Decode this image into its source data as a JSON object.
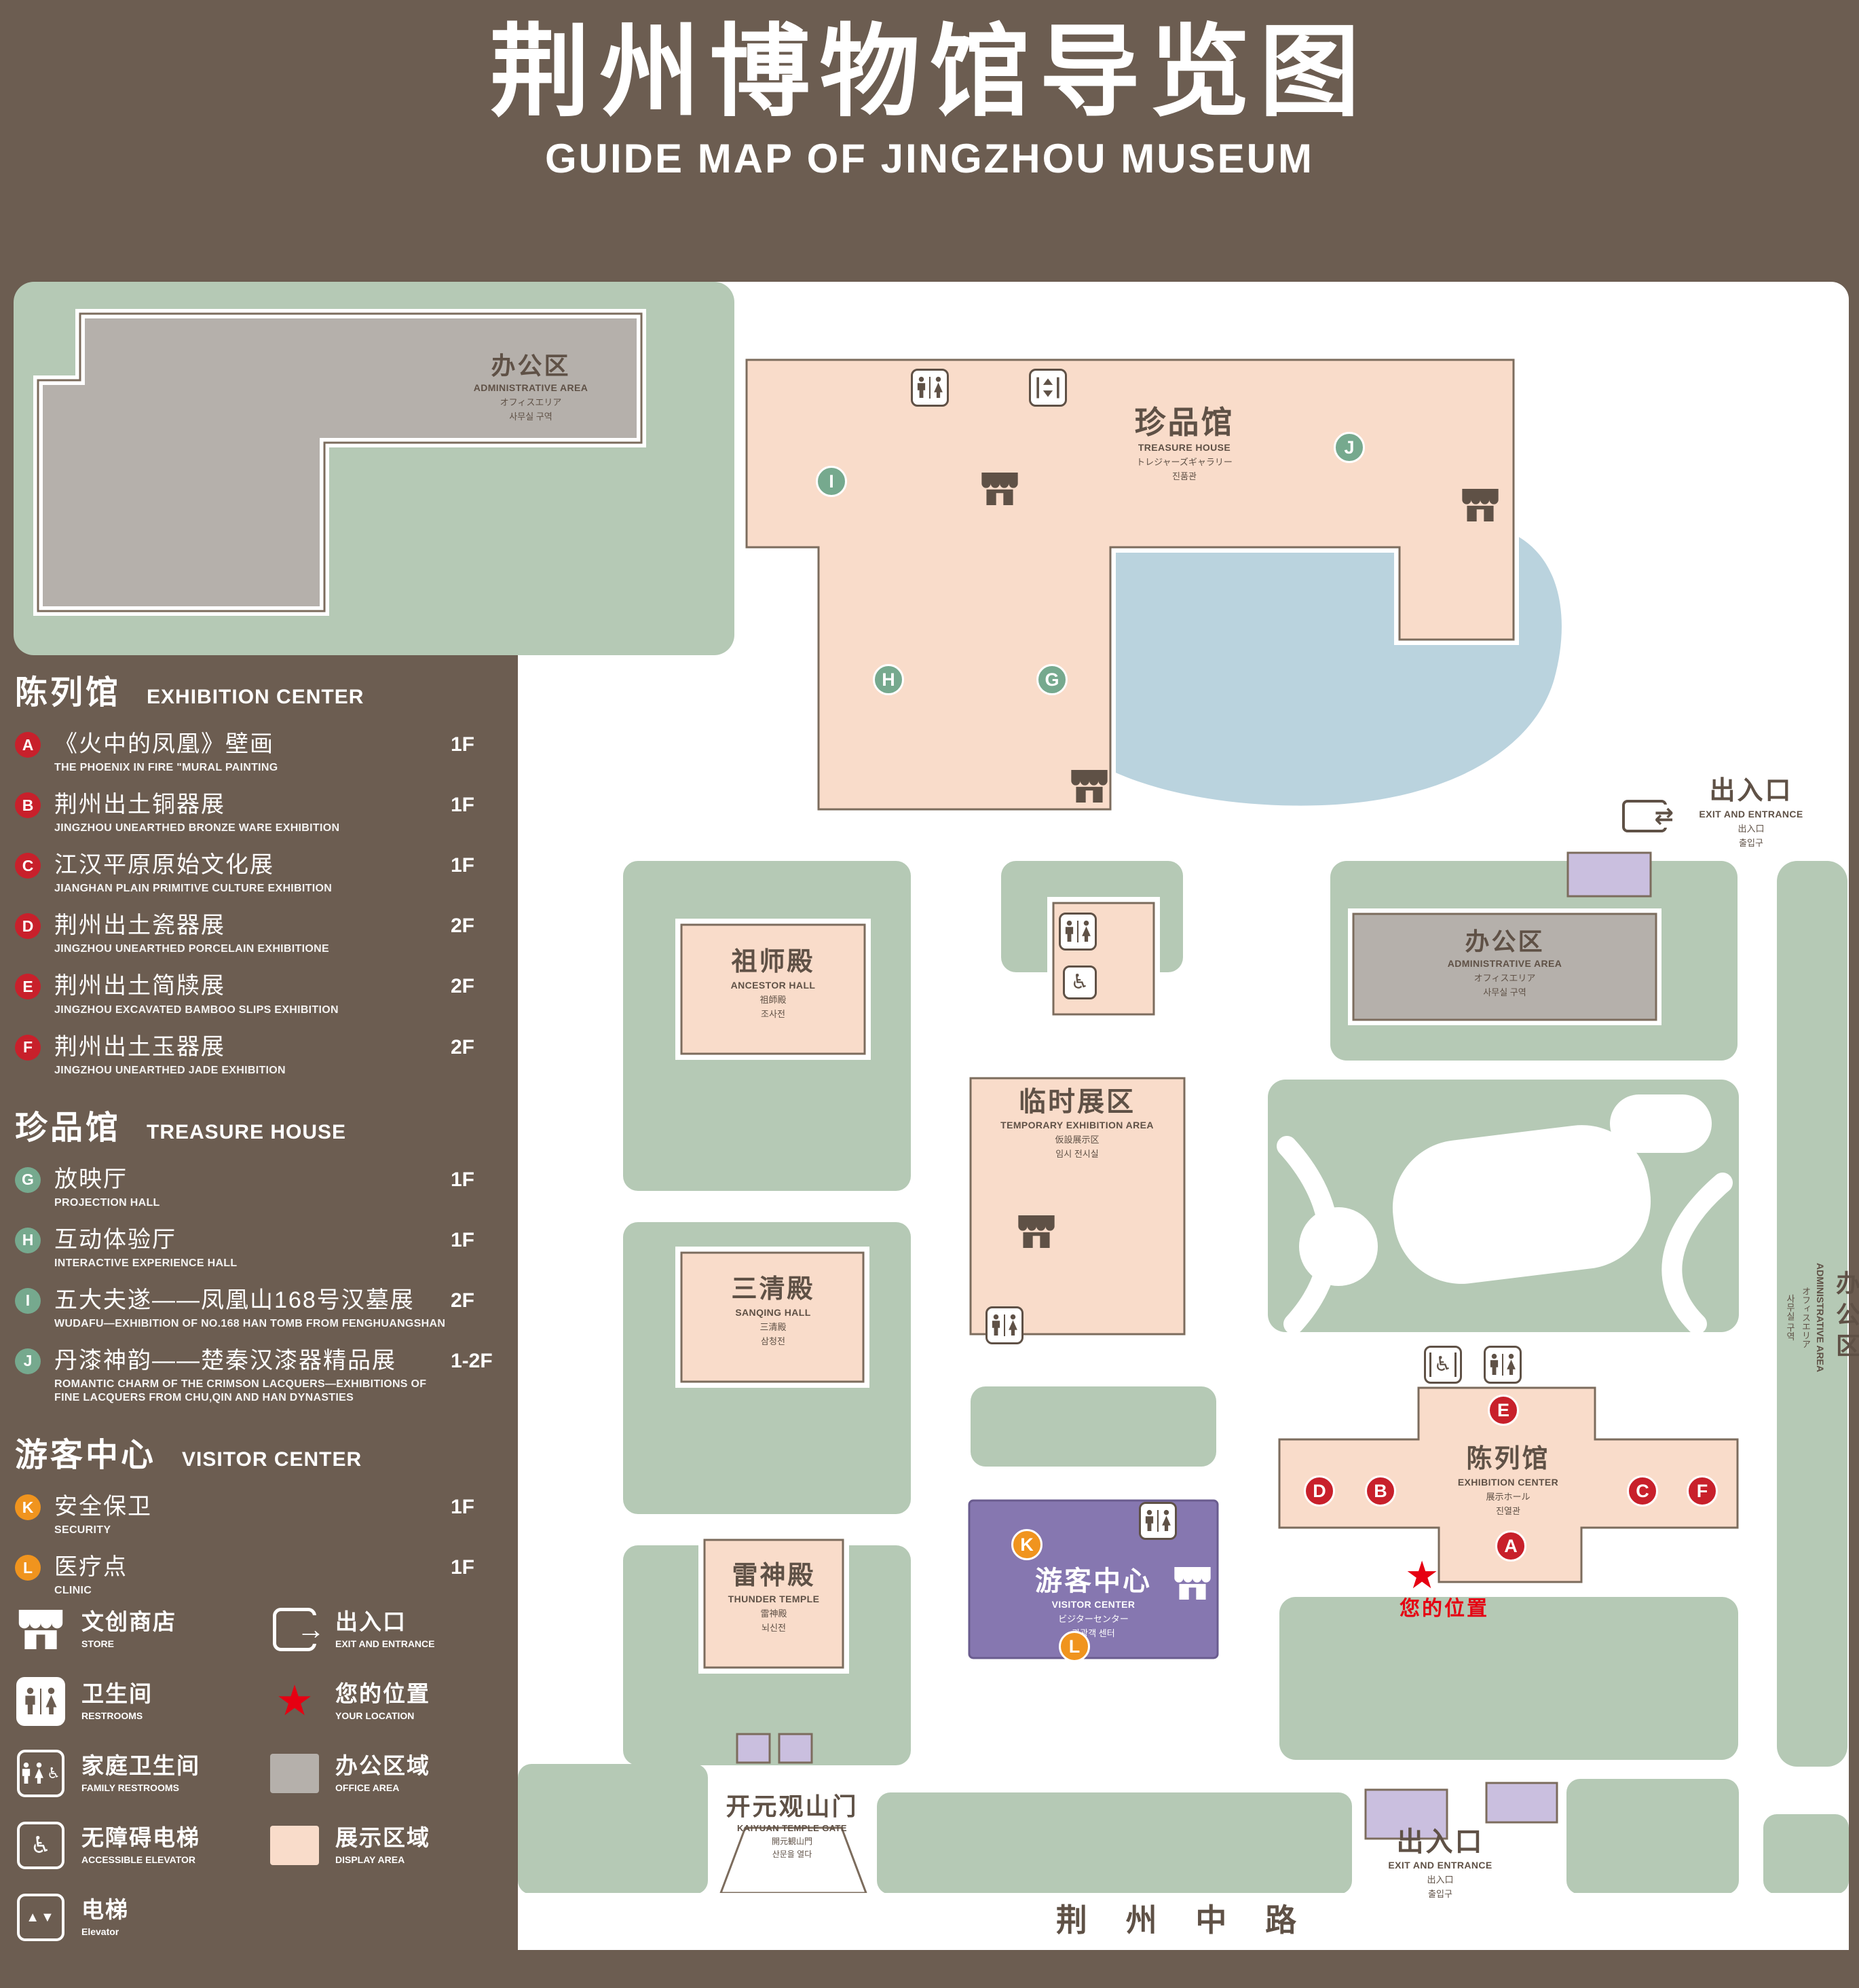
{
  "title": {
    "zh": "荆州博物馆导览图",
    "en": "GUIDE MAP OF JINGZHOU MUSEUM"
  },
  "icons": {
    "star": "★",
    "arrow_right": "→",
    "arrows_both": "⇄",
    "wheelchair": "♿",
    "up_down": "▲▼"
  },
  "legend": {
    "sections": [
      {
        "zh": "陈列馆",
        "en": "EXHIBITION CENTER",
        "marker_color": "#c8202b",
        "items": [
          {
            "letter": "A",
            "zh": "《火中的凤凰》壁画",
            "en": "THE PHOENIX IN FIRE \"MURAL PAINTING",
            "floor": "1F"
          },
          {
            "letter": "B",
            "zh": "荆州出土铜器展",
            "en": "JINGZHOU UNEARTHED BRONZE WARE EXHIBITION",
            "floor": "1F"
          },
          {
            "letter": "C",
            "zh": "江汉平原原始文化展",
            "en": "JIANGHAN PLAIN PRIMITIVE CULTURE EXHIBITION",
            "floor": "1F"
          },
          {
            "letter": "D",
            "zh": "荆州出土瓷器展",
            "en": "JINGZHOU UNEARTHED PORCELAIN EXHIBITIONE",
            "floor": "2F"
          },
          {
            "letter": "E",
            "zh": "荆州出土简牍展",
            "en": "JINGZHOU EXCAVATED BAMBOO SLIPS EXHIBITION",
            "floor": "2F"
          },
          {
            "letter": "F",
            "zh": "荆州出土玉器展",
            "en": "JINGZHOU UNEARTHED JADE EXHIBITION",
            "floor": "2F"
          }
        ]
      },
      {
        "zh": "珍品馆",
        "en": "TREASURE HOUSE",
        "marker_color": "#76a98e",
        "items": [
          {
            "letter": "G",
            "zh": "放映厅",
            "en": "PROJECTION HALL",
            "floor": "1F"
          },
          {
            "letter": "H",
            "zh": "互动体验厅",
            "en": "INTERACTIVE EXPERIENCE HALL",
            "floor": "1F"
          },
          {
            "letter": "I",
            "zh": "五大夫遂——凤凰山168号汉墓展",
            "en": "WUDAFU—EXHIBITION OF NO.168 HAN TOMB FROM FENGHUANGSHAN",
            "floor": "2F"
          },
          {
            "letter": "J",
            "zh": "丹漆神韵——楚秦汉漆器精品展",
            "en": "ROMANTIC CHARM OF THE CRIMSON LACQUERS—EXHIBITIONS OF FINE LACQUERS FROM CHU,QIN AND HAN DYNASTIES",
            "floor": "1-2F"
          }
        ]
      },
      {
        "zh": "游客中心",
        "en": "VISITOR CENTER",
        "marker_color": "#f0941e",
        "items": [
          {
            "letter": "K",
            "zh": "安全保卫",
            "en": "SECURITY",
            "floor": "1F"
          },
          {
            "letter": "L",
            "zh": "医疗点",
            "en": "CLINIC",
            "floor": "1F"
          }
        ]
      }
    ],
    "symbols": [
      {
        "icon": "store-icon",
        "zh": "文创商店",
        "en": "STORE"
      },
      {
        "icon": "exit-icon",
        "zh": "出入口",
        "en": "EXIT AND ENTRANCE"
      },
      {
        "icon": "restroom-icon",
        "zh": "卫生间",
        "en": "RESTROOMS"
      },
      {
        "icon": "location-star-icon",
        "zh": "您的位置",
        "en": "YOUR LOCATION"
      },
      {
        "icon": "family-restroom-icon",
        "zh": "家庭卫生间",
        "en": "FAMILY RESTROOMS"
      },
      {
        "icon": "office-area-swatch",
        "zh": "办公区域",
        "en": "OFFICE AREA"
      },
      {
        "icon": "accessible-elevator-icon",
        "zh": "无障碍电梯",
        "en": "ACCESSIBLE ELEVATOR"
      },
      {
        "icon": "display-area-swatch",
        "zh": "展示区域",
        "en": "DISPLAY AREA"
      },
      {
        "icon": "elevator-icon",
        "zh": "电梯",
        "en": "Elevator"
      }
    ]
  },
  "map": {
    "labels": {
      "admin_nw": {
        "zh": "办公区",
        "en": "ADMINISTRATIVE AREA",
        "ja": "オフィスエリア",
        "ko": "사무실 구역"
      },
      "treasure_house": {
        "zh": "珍品馆",
        "en": "TREASURE HOUSE",
        "ja": "トレジャーズギャラリー",
        "ko": "진품관"
      },
      "ancestor_hall": {
        "zh": "祖师殿",
        "en": "ANCESTOR HALL",
        "ja": "祖師殿",
        "ko": "조사전"
      },
      "temporary_area": {
        "zh": "临时展区",
        "en": "TEMPORARY EXHIBITION AREA",
        "ja": "仮設展示区",
        "ko": "임시 전시실"
      },
      "sanqing_hall": {
        "zh": "三清殿",
        "en": "SANQING HALL",
        "ja": "三清殿",
        "ko": "삼청전"
      },
      "thunder_temple": {
        "zh": "雷神殿",
        "en": "THUNDER TEMPLE",
        "ja": "雷神殿",
        "ko": "뇌신전"
      },
      "admin_mid": {
        "zh": "办公区",
        "en": "ADMINISTRATIVE AREA",
        "ja": "オフィスエリア",
        "ko": "사무실 구역"
      },
      "admin_right": {
        "zh": "办公区",
        "en": "ADMINISTRATIVE AREA",
        "ja": "オフィスエリア",
        "ko": "사무실 구역"
      },
      "visitor_center": {
        "zh": "游客中心",
        "en": "VISITOR CENTER",
        "ja": "ビジターセンター",
        "ko": "관광객 센터"
      },
      "exhibition_center": {
        "zh": "陈列馆",
        "en": "EXHIBITION CENTER",
        "ja": "展示ホール",
        "ko": "진열관"
      },
      "exit_right": {
        "zh": "出入口",
        "en": "EXIT AND ENTRANCE",
        "ja": "出入口",
        "ko": "출입구"
      },
      "exit_bottom": {
        "zh": "出入口",
        "en": "EXIT AND ENTRANCE",
        "ja": "出入口",
        "ko": "출입구"
      },
      "kaiyuan_gate": {
        "zh": "开元观山门",
        "en": "KAIYUAN TEMPLE GATE",
        "ja": "開元観山門",
        "ko": "산문을 열다"
      },
      "your_location": {
        "zh": "您的位置"
      },
      "road": {
        "zh": "荆 州 中 路"
      }
    },
    "markers": {
      "treasure": [
        "I",
        "J",
        "H",
        "G"
      ],
      "exhibition": [
        "E",
        "D",
        "B",
        "C",
        "F",
        "A"
      ],
      "visitor": [
        "K",
        "L"
      ]
    }
  },
  "colors": {
    "background": "#6c5d51",
    "grounds_green": "#b5c9b5",
    "display_area": "#f9dcca",
    "office_area": "#b5b0ab",
    "pond_blue": "#bad3de",
    "visitor_purple": "#8677b0",
    "entrance_purple": "#cabfdf",
    "marker_red": "#c8202b",
    "marker_green": "#76a98e",
    "marker_orange": "#f0941e",
    "location_red": "#e60012",
    "text_dark": "#5f5146"
  }
}
